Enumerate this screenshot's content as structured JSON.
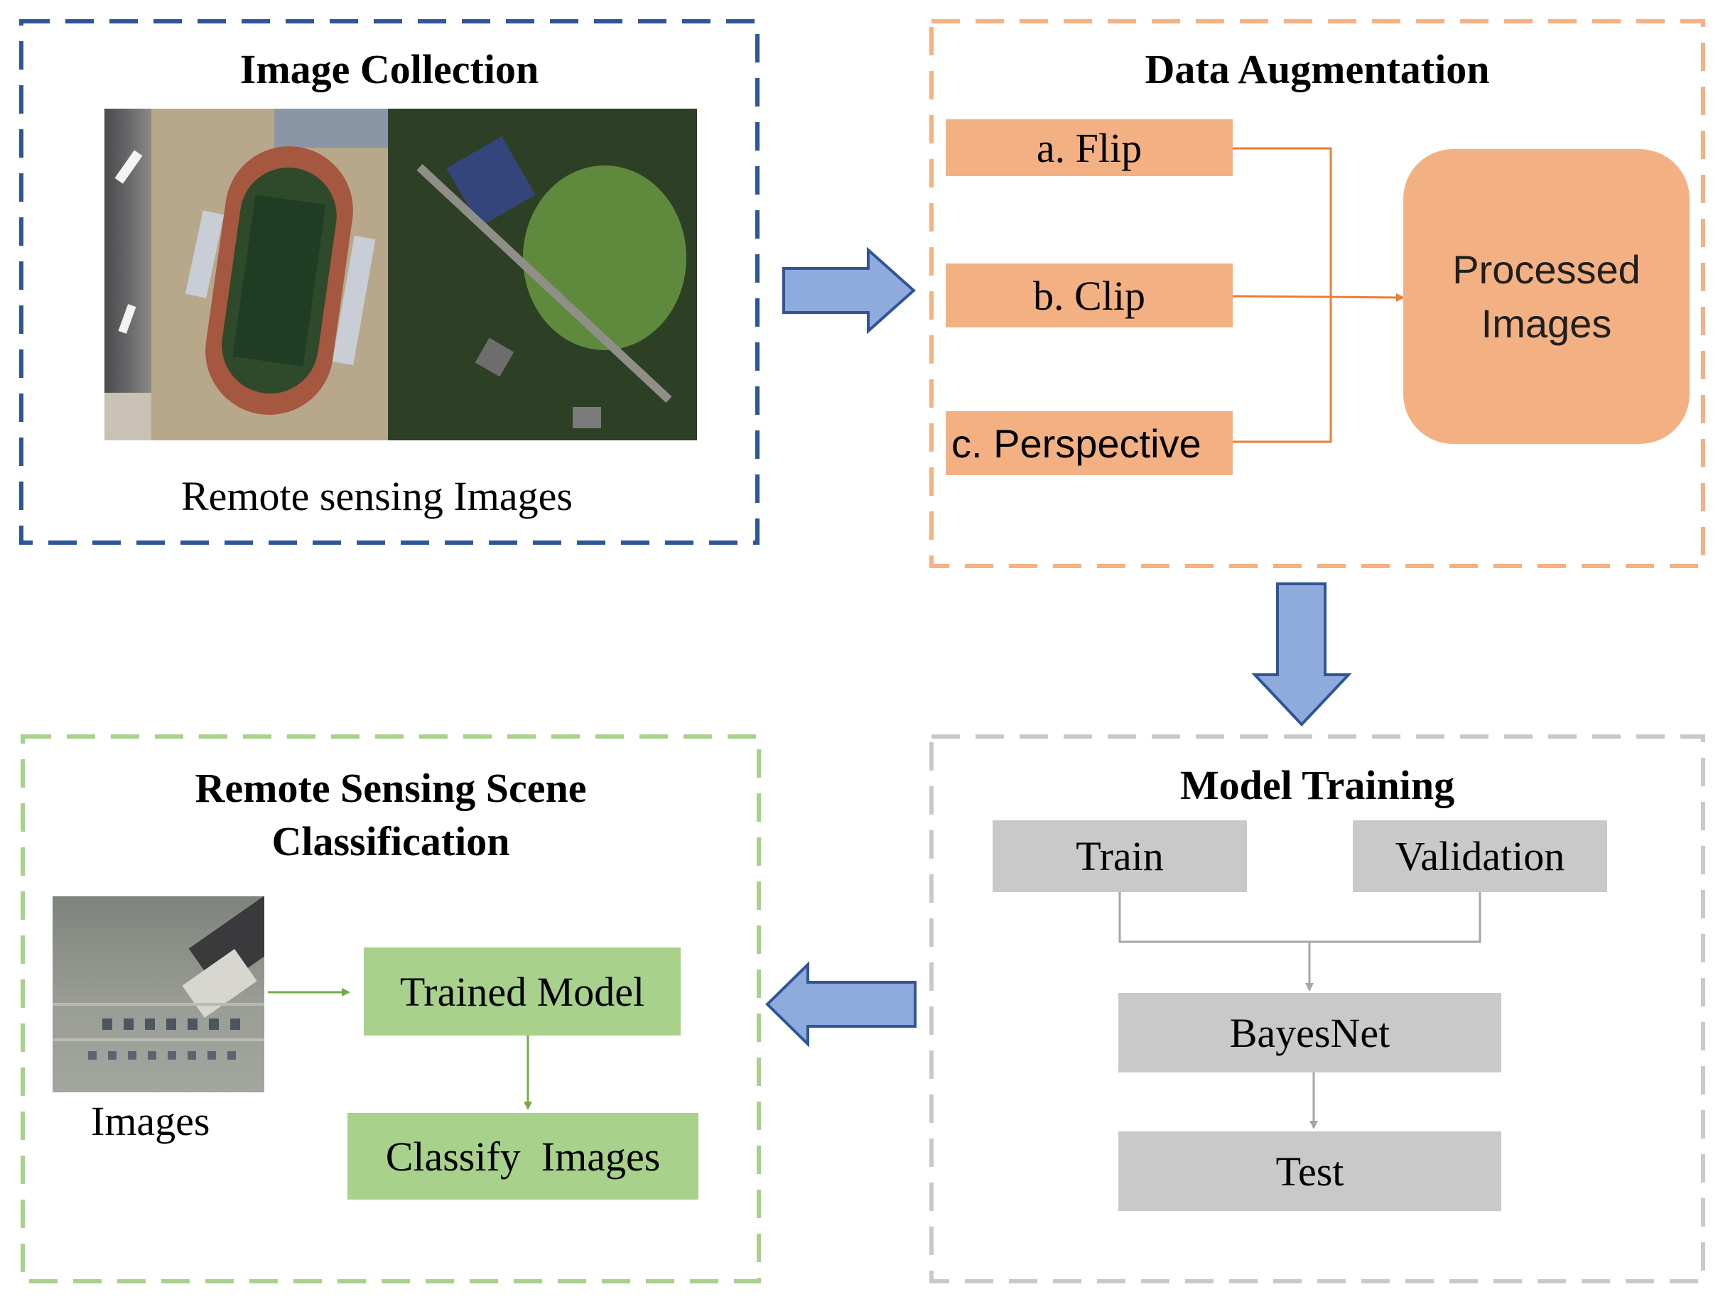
{
  "image_collection": {
    "title": "Image Collection",
    "caption": "Remote sensing Images",
    "border_color": "#2e5597"
  },
  "data_augmentation": {
    "title": "Data Augmentation",
    "items": [
      "a. Flip",
      "b. Clip",
      "c. Perspective"
    ],
    "result": "Processed Images",
    "border_color": "#f4b183"
  },
  "model_training": {
    "title": "Model Training",
    "train": "Train",
    "validation": "Validation",
    "model": "BayesNet",
    "test": "Test",
    "border_color": "#c9c9c9"
  },
  "classification": {
    "title_line1": "Remote Sensing Scene",
    "title_line2": "Classification",
    "image_label": "Images",
    "trained_model": "Trained Model",
    "classify": "Classify  Images",
    "border_color": "#a8d18c"
  },
  "colors": {
    "block_arrow_fill": "#8faadc",
    "block_arrow_stroke": "#2f5597",
    "orange_line": "#ed7d31",
    "gray_line": "#a6a6a6",
    "green_line": "#70ad47"
  }
}
